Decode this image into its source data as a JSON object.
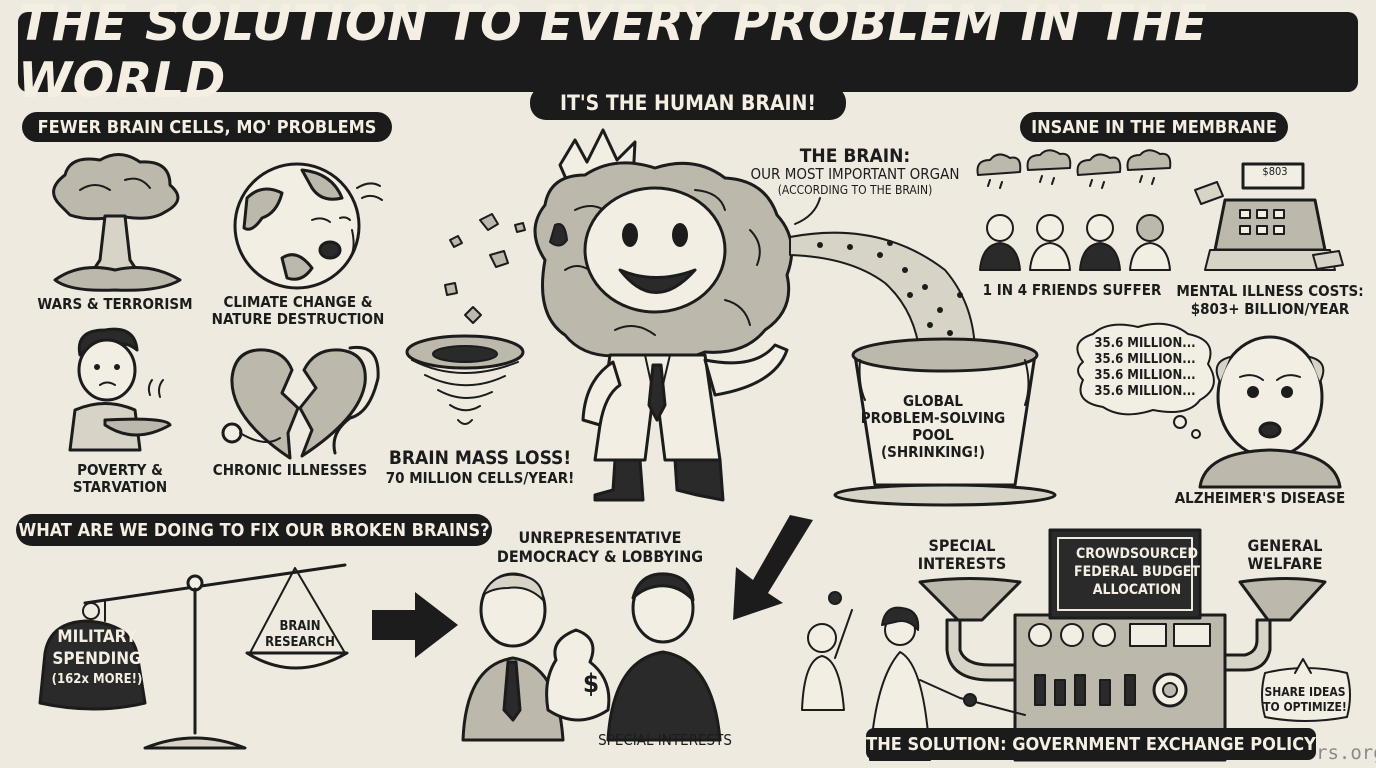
{
  "title": "THE SOLUTION TO EVERY PROBLEM IN THE WORLD",
  "subtitle": "IT'S THE HUMAN BRAIN!",
  "left_section": {
    "heading": "FEWER BRAIN CELLS, MO' PROBLEMS",
    "items": [
      {
        "label": "WARS & TERRORISM",
        "icon": "mushroom-cloud-icon"
      },
      {
        "label": "CLIMATE CHANGE & NATURE DESTRUCTION",
        "icon": "crying-earth-icon"
      },
      {
        "label": "POVERTY & STARVATION",
        "icon": "hungry-child-icon"
      },
      {
        "label": "CHRONIC ILLNESSES",
        "icon": "broken-heart-stethoscope-icon"
      }
    ]
  },
  "center": {
    "brain_title": "THE BRAIN:",
    "brain_subtitle": "OUR MOST IMPORTANT ORGAN",
    "brain_note": "(ACCORDING TO THE BRAIN)",
    "mass_loss_title": "BRAIN MASS LOSS!",
    "mass_loss_rate": "70 MILLION CELLS/YEAR!",
    "pool_label_1": "GLOBAL",
    "pool_label_2": "PROBLEM-SOLVING",
    "pool_label_3": "POOL",
    "pool_label_4": "(SHRINKING!)"
  },
  "right_section": {
    "heading": "INSANE IN THE MEMBRANE",
    "friends_label": "1 IN 4 FRIENDS SUFFER",
    "register_display": "$803",
    "costs_label_1": "MENTAL ILLNESS COSTS:",
    "costs_label_2": "$803+ BILLION/YEAR",
    "thought_lines": [
      "35.6 MILLION...",
      "35.6 MILLION...",
      "35.6 MILLION...",
      "35.6 MILLION..."
    ],
    "alzheimers_label": "ALZHEIMER'S DISEASE"
  },
  "bottom_section": {
    "heading": "WHAT ARE WE DOING TO FIX OUR BROKEN BRAINS?",
    "military_1": "MILITARY",
    "military_2": "SPENDING",
    "military_3": "(162x MORE!)",
    "research_1": "BRAIN",
    "research_2": "RESEARCH",
    "democracy_1": "UNREPRESENTATIVE",
    "democracy_2": "DEMOCRACY & LOBBYING",
    "money_symbol": "$",
    "special_interests_bottom": "SPECIAL INTERESTS",
    "special_interests_1": "SPECIAL",
    "special_interests_2": "INTERESTS",
    "general_welfare_1": "GENERAL",
    "general_welfare_2": "WELFARE",
    "machine_1": "CROWDSOURCED",
    "machine_2": "FEDERAL BUDGET",
    "machine_3": "ALLOCATION",
    "share_1": "SHARE IDEAS",
    "share_2": "TO OPTIMIZE!",
    "solution_banner": "THE SOLUTION: GOVERNMENT EXCHANGE POLICY",
    "watermark": "rs.org"
  },
  "colors": {
    "background": "#eeeae0",
    "ink": "#1c1c1c",
    "banner": "#1b1b1b",
    "banner_text": "#f4efe2"
  }
}
